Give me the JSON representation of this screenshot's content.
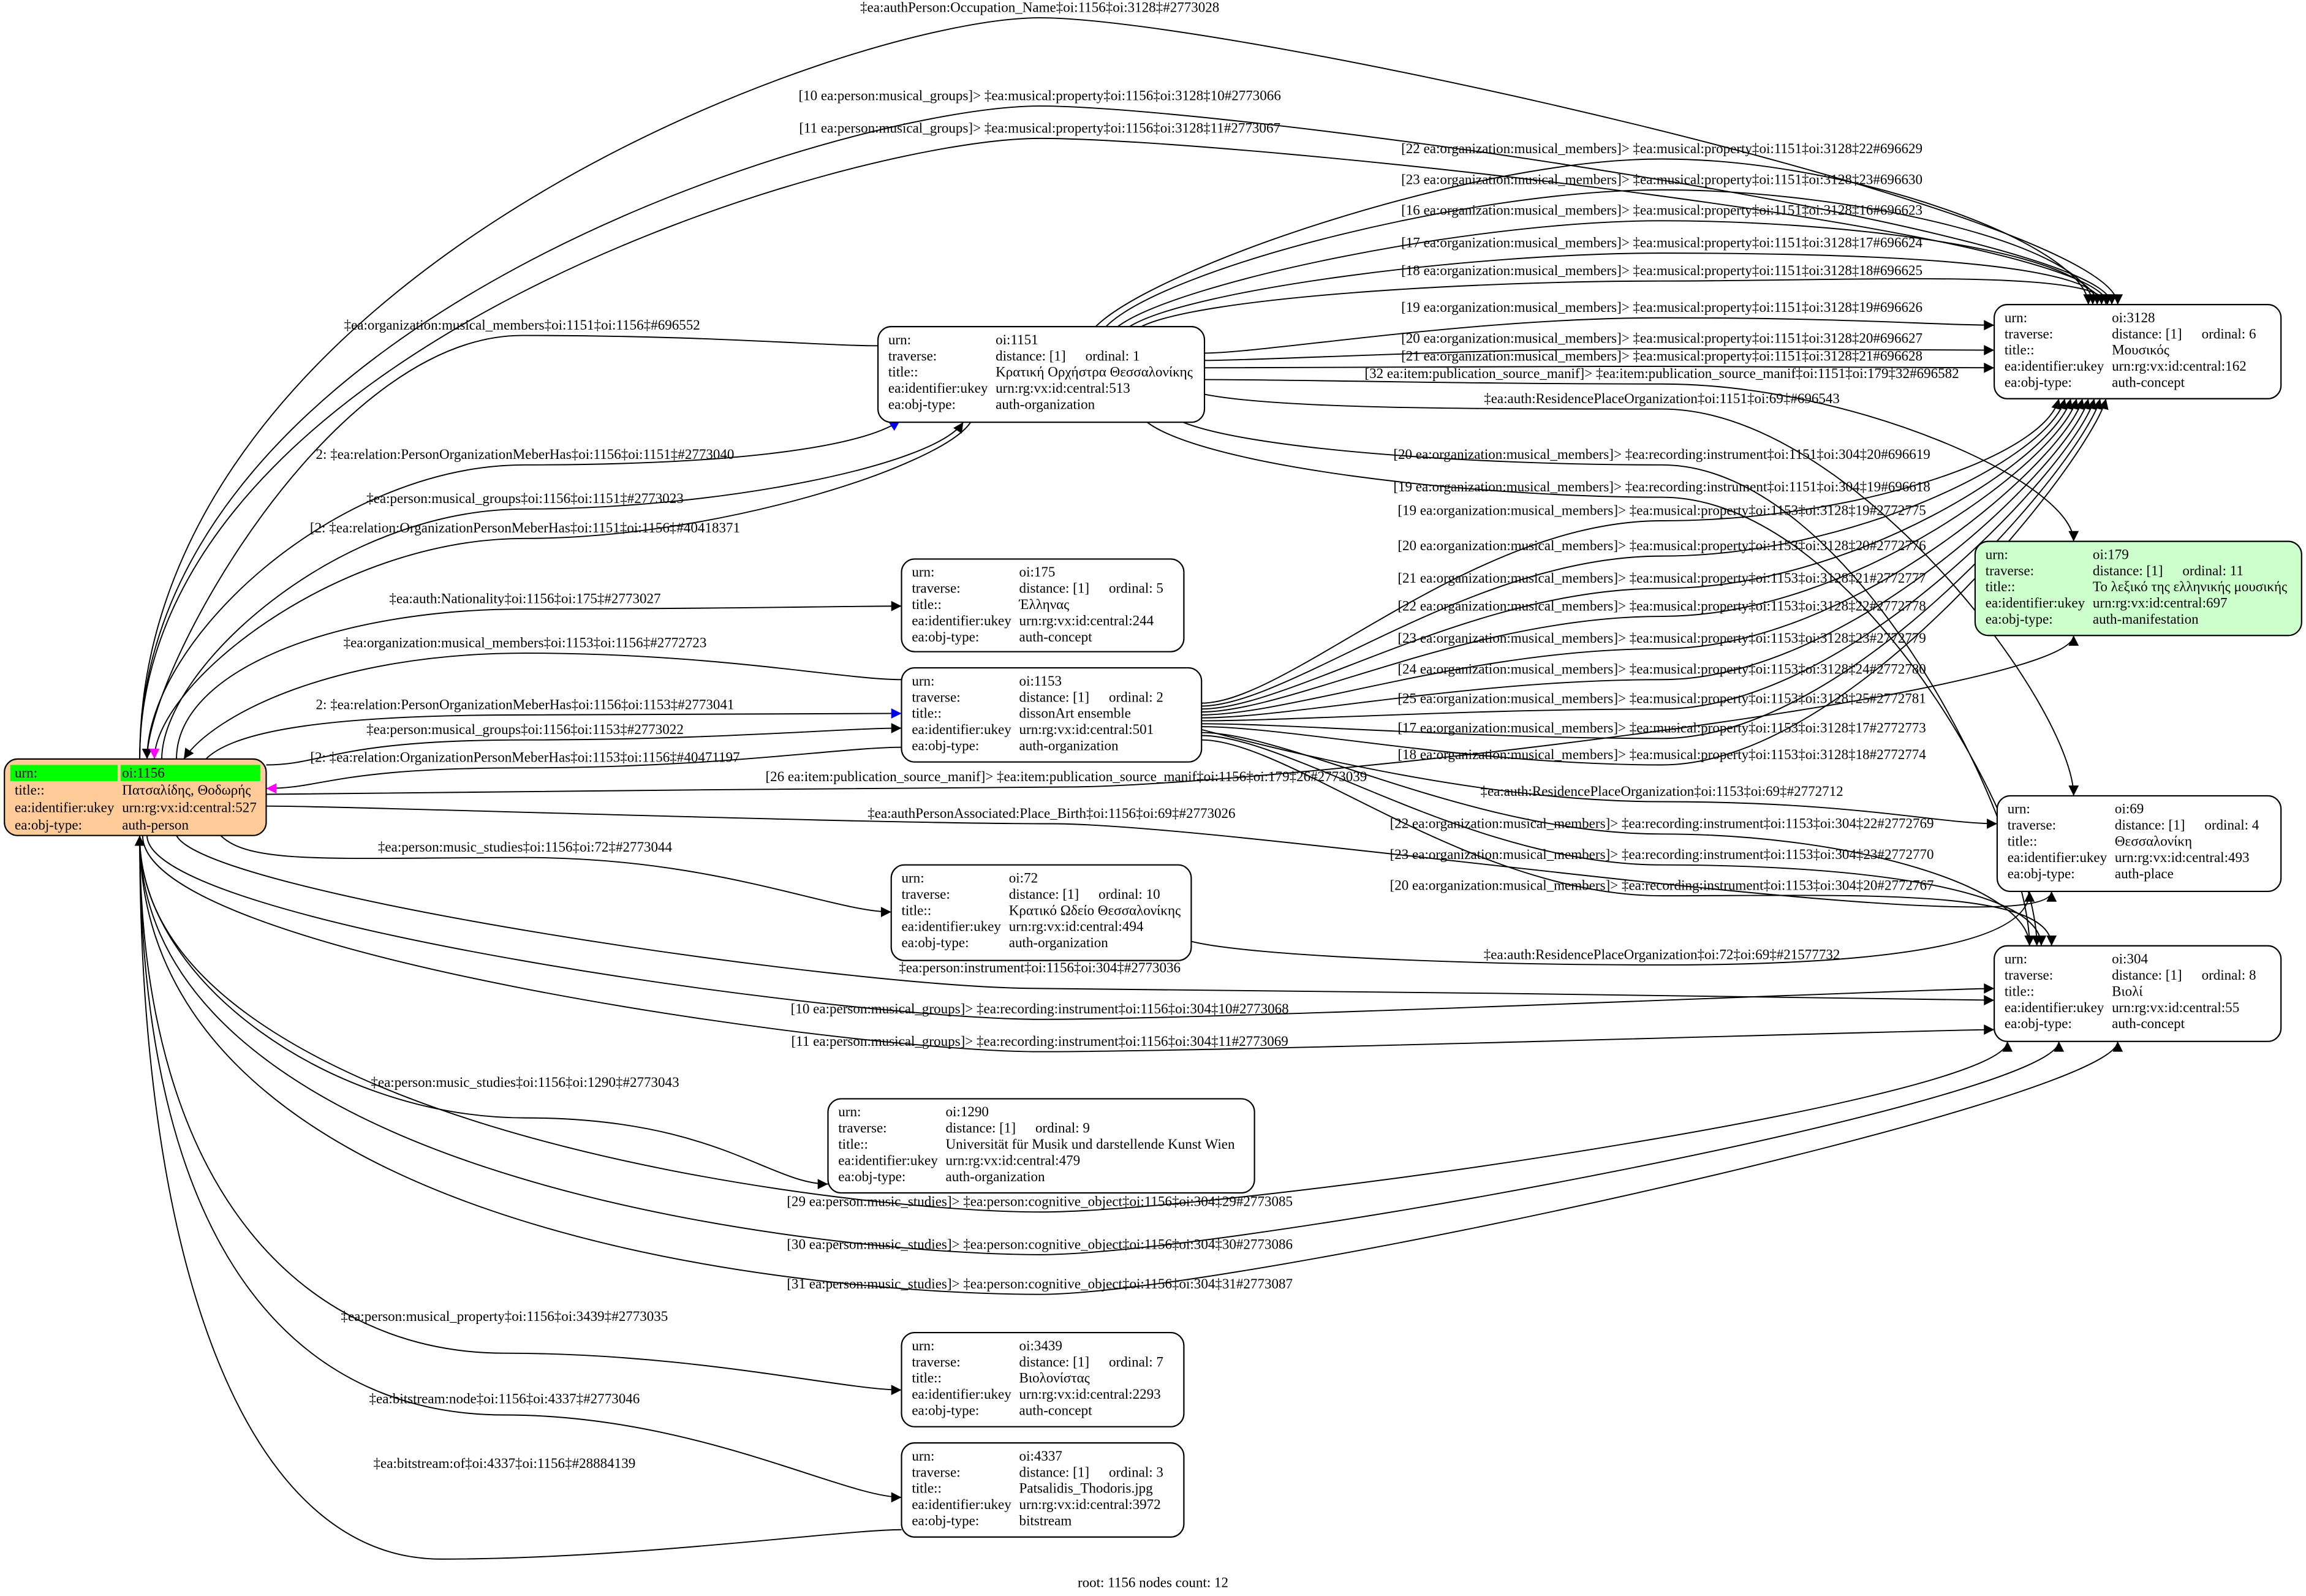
{
  "colors": {
    "root_fill": "#ffcc99",
    "root_header": "#00ff00",
    "manifestation_fill": "#ccffcc",
    "node_fill": "#ffffff",
    "relation_blue": "#0000ff",
    "relation_magenta": "#ff00ff"
  },
  "row_labels": {
    "urn": "urn:",
    "traverse": "traverse:",
    "title": "title::",
    "ukey": "ea:identifier:ukey",
    "type": "ea:obj-type:"
  },
  "nodes": [
    {
      "id": "1156",
      "urn": "oi:1156",
      "title": "Πατσαλίδης, Θοδωρής",
      "ukey": "urn:rg:vx:id:central:527",
      "type": "auth-person",
      "root": true
    },
    {
      "id": "1151",
      "urn": "oi:1151",
      "distance": "distance: [1]",
      "ordinal": "ordinal: 1",
      "title": "Κρατική Ορχήστρα Θεσσαλονίκης",
      "ukey": "urn:rg:vx:id:central:513",
      "type": "auth-organization"
    },
    {
      "id": "175",
      "urn": "oi:175",
      "distance": "distance: [1]",
      "ordinal": "ordinal: 5",
      "title": "Έλληνας",
      "ukey": "urn:rg:vx:id:central:244",
      "type": "auth-concept"
    },
    {
      "id": "1153",
      "urn": "oi:1153",
      "distance": "distance: [1]",
      "ordinal": "ordinal: 2",
      "title": "dissonArt ensemble",
      "ukey": "urn:rg:vx:id:central:501",
      "type": "auth-organization"
    },
    {
      "id": "72",
      "urn": "oi:72",
      "distance": "distance: [1]",
      "ordinal": "ordinal: 10",
      "title": "Κρατικό Ωδείο Θεσσαλονίκης",
      "ukey": "urn:rg:vx:id:central:494",
      "type": "auth-organization"
    },
    {
      "id": "1290",
      "urn": "oi:1290",
      "distance": "distance: [1]",
      "ordinal": "ordinal: 9",
      "title": "Universität für Musik und darstellende Kunst Wien",
      "ukey": "urn:rg:vx:id:central:479",
      "type": "auth-organization"
    },
    {
      "id": "3439",
      "urn": "oi:3439",
      "distance": "distance: [1]",
      "ordinal": "ordinal: 7",
      "title": "Βιολονίστας",
      "ukey": "urn:rg:vx:id:central:2293",
      "type": "auth-concept"
    },
    {
      "id": "4337",
      "urn": "oi:4337",
      "distance": "distance: [1]",
      "ordinal": "ordinal: 3",
      "title": "Patsalidis_Thodoris.jpg",
      "ukey": "urn:rg:vx:id:central:3972",
      "type": "bitstream"
    },
    {
      "id": "3128",
      "urn": "oi:3128",
      "distance": "distance: [1]",
      "ordinal": "ordinal: 6",
      "title": "Μουσικός",
      "ukey": "urn:rg:vx:id:central:162",
      "type": "auth-concept"
    },
    {
      "id": "179",
      "urn": "oi:179",
      "distance": "distance: [1]",
      "ordinal": "ordinal: 11",
      "title": "Το λεξικό της ελληνικής μουσικής",
      "ukey": "urn:rg:vx:id:central:697",
      "type": "auth-manifestation",
      "manifestation": true
    },
    {
      "id": "69",
      "urn": "oi:69",
      "distance": "distance: [1]",
      "ordinal": "ordinal: 4",
      "title": "Θεσσαλονίκη",
      "ukey": "urn:rg:vx:id:central:493",
      "type": "auth-place"
    },
    {
      "id": "304",
      "urn": "oi:304",
      "distance": "distance: [1]",
      "ordinal": "ordinal: 8",
      "title": "Βιολί",
      "ukey": "urn:rg:vx:id:central:55",
      "type": "auth-concept"
    }
  ],
  "edges": [
    {
      "from": "1156",
      "to": "3128",
      "label": "‡ea:authPerson:Occupation_Name‡oi:1156‡oi:3128‡#2773028"
    },
    {
      "from": "1156",
      "to": "3128",
      "label": "[10 ea:person:musical_groups]> ‡ea:musical:property‡oi:1156‡oi:3128‡10#2773066"
    },
    {
      "from": "1156",
      "to": "3128",
      "label": "[11 ea:person:musical_groups]> ‡ea:musical:property‡oi:1156‡oi:3128‡11#2773067"
    },
    {
      "from": "1151",
      "to": "3128",
      "label": "[22 ea:organization:musical_members]> ‡ea:musical:property‡oi:1151‡oi:3128‡22#696629"
    },
    {
      "from": "1151",
      "to": "3128",
      "label": "[23 ea:organization:musical_members]> ‡ea:musical:property‡oi:1151‡oi:3128‡23#696630"
    },
    {
      "from": "1151",
      "to": "3128",
      "label": "[16 ea:organization:musical_members]> ‡ea:musical:property‡oi:1151‡oi:3128‡16#696623"
    },
    {
      "from": "1151",
      "to": "3128",
      "label": "[17 ea:organization:musical_members]> ‡ea:musical:property‡oi:1151‡oi:3128‡17#696624"
    },
    {
      "from": "1151",
      "to": "3128",
      "label": "[18 ea:organization:musical_members]> ‡ea:musical:property‡oi:1151‡oi:3128‡18#696625"
    },
    {
      "from": "1151",
      "to": "3128",
      "label": "[19 ea:organization:musical_members]> ‡ea:musical:property‡oi:1151‡oi:3128‡19#696626"
    },
    {
      "from": "1151",
      "to": "3128",
      "label": "[20 ea:organization:musical_members]> ‡ea:musical:property‡oi:1151‡oi:3128‡20#696627"
    },
    {
      "from": "1151",
      "to": "3128",
      "label": "[21 ea:organization:musical_members]> ‡ea:musical:property‡oi:1151‡oi:3128‡21#696628"
    },
    {
      "from": "1151",
      "to": "179",
      "label": "[32 ea:item:publication_source_manif]> ‡ea:item:publication_source_manif‡oi:1151‡oi:179‡32#696582"
    },
    {
      "from": "1151",
      "to": "69",
      "label": "‡ea:auth:ResidencePlaceOrganization‡oi:1151‡oi:69‡#696543"
    },
    {
      "from": "1151",
      "to": "304",
      "label": "[20 ea:organization:musical_members]> ‡ea:recording:instrument‡oi:1151‡oi:304‡20#696619"
    },
    {
      "from": "1151",
      "to": "304",
      "label": "[19 ea:organization:musical_members]> ‡ea:recording:instrument‡oi:1151‡oi:304‡19#696618"
    },
    {
      "from": "1151",
      "to": "1156",
      "label": "‡ea:organization:musical_members‡oi:1151‡oi:1156‡#696552"
    },
    {
      "from": "1156",
      "to": "1151",
      "label": "2: ‡ea:relation:PersonOrganizationMeberHas‡oi:1156‡oi:1151‡#2773040",
      "color": "blue"
    },
    {
      "from": "1156",
      "to": "1151",
      "label": "‡ea:person:musical_groups‡oi:1156‡oi:1151‡#2773023"
    },
    {
      "from": "1151",
      "to": "1156",
      "label": "[2: ‡ea:relation:OrganizationPersonMeberHas‡oi:1151‡oi:1156‡#40418371",
      "color": "magenta"
    },
    {
      "from": "1156",
      "to": "175",
      "label": "‡ea:auth:Nationality‡oi:1156‡oi:175‡#2773027"
    },
    {
      "from": "1153",
      "to": "1156",
      "label": "‡ea:organization:musical_members‡oi:1153‡oi:1156‡#2772723"
    },
    {
      "from": "1156",
      "to": "1153",
      "label": "2: ‡ea:relation:PersonOrganizationMeberHas‡oi:1156‡oi:1153‡#2773041",
      "color": "blue"
    },
    {
      "from": "1156",
      "to": "1153",
      "label": "‡ea:person:musical_groups‡oi:1156‡oi:1153‡#2773022"
    },
    {
      "from": "1153",
      "to": "1156",
      "label": "[2: ‡ea:relation:OrganizationPersonMeberHas‡oi:1153‡oi:1156‡#40471197",
      "color": "magenta"
    },
    {
      "from": "1153",
      "to": "3128",
      "label": "[19 ea:organization:musical_members]> ‡ea:musical:property‡oi:1153‡oi:3128‡19#2772775"
    },
    {
      "from": "1153",
      "to": "3128",
      "label": "[20 ea:organization:musical_members]> ‡ea:musical:property‡oi:1153‡oi:3128‡20#2772776"
    },
    {
      "from": "1153",
      "to": "3128",
      "label": "[21 ea:organization:musical_members]> ‡ea:musical:property‡oi:1153‡oi:3128‡21#2772777"
    },
    {
      "from": "1153",
      "to": "3128",
      "label": "[22 ea:organization:musical_members]> ‡ea:musical:property‡oi:1153‡oi:3128‡22#2772778"
    },
    {
      "from": "1153",
      "to": "3128",
      "label": "[23 ea:organization:musical_members]> ‡ea:musical:property‡oi:1153‡oi:3128‡23#2772779"
    },
    {
      "from": "1153",
      "to": "3128",
      "label": "[24 ea:organization:musical_members]> ‡ea:musical:property‡oi:1153‡oi:3128‡24#2772780"
    },
    {
      "from": "1153",
      "to": "3128",
      "label": "[25 ea:organization:musical_members]> ‡ea:musical:property‡oi:1153‡oi:3128‡25#2772781"
    },
    {
      "from": "1153",
      "to": "3128",
      "label": "[17 ea:organization:musical_members]> ‡ea:musical:property‡oi:1153‡oi:3128‡17#2772773"
    },
    {
      "from": "1153",
      "to": "3128",
      "label": "[18 ea:organization:musical_members]> ‡ea:musical:property‡oi:1153‡oi:3128‡18#2772774"
    },
    {
      "from": "1156",
      "to": "179",
      "label": "[26 ea:item:publication_source_manif]> ‡ea:item:publication_source_manif‡oi:1156‡oi:179‡26#2773039"
    },
    {
      "from": "1153",
      "to": "69",
      "label": "‡ea:auth:ResidencePlaceOrganization‡oi:1153‡oi:69‡#2772712"
    },
    {
      "from": "1156",
      "to": "69",
      "label": "‡ea:authPersonAssociated:Place_Birth‡oi:1156‡oi:69‡#2773026"
    },
    {
      "from": "1153",
      "to": "304",
      "label": "[22 ea:organization:musical_members]> ‡ea:recording:instrument‡oi:1153‡oi:304‡22#2772769"
    },
    {
      "from": "1153",
      "to": "304",
      "label": "[23 ea:organization:musical_members]> ‡ea:recording:instrument‡oi:1153‡oi:304‡23#2772770"
    },
    {
      "from": "1153",
      "to": "304",
      "label": "[20 ea:organization:musical_members]> ‡ea:recording:instrument‡oi:1153‡oi:304‡20#2772767"
    },
    {
      "from": "1156",
      "to": "72",
      "label": "‡ea:person:music_studies‡oi:1156‡oi:72‡#2773044"
    },
    {
      "from": "72",
      "to": "69",
      "label": "‡ea:auth:ResidencePlaceOrganization‡oi:72‡oi:69‡#21577732"
    },
    {
      "from": "1156",
      "to": "304",
      "label": "‡ea:person:instrument‡oi:1156‡oi:304‡#2773036"
    },
    {
      "from": "1156",
      "to": "304",
      "label": "[10 ea:person:musical_groups]> ‡ea:recording:instrument‡oi:1156‡oi:304‡10#2773068"
    },
    {
      "from": "1156",
      "to": "304",
      "label": "[11 ea:person:musical_groups]> ‡ea:recording:instrument‡oi:1156‡oi:304‡11#2773069"
    },
    {
      "from": "1156",
      "to": "1290",
      "label": "‡ea:person:music_studies‡oi:1156‡oi:1290‡#2773043"
    },
    {
      "from": "1156",
      "to": "304",
      "label": "[29 ea:person:music_studies]> ‡ea:person:cognitive_object‡oi:1156‡oi:304‡29#2773085"
    },
    {
      "from": "1156",
      "to": "304",
      "label": "[30 ea:person:music_studies]> ‡ea:person:cognitive_object‡oi:1156‡oi:304‡30#2773086"
    },
    {
      "from": "1156",
      "to": "304",
      "label": "[31 ea:person:music_studies]> ‡ea:person:cognitive_object‡oi:1156‡oi:304‡31#2773087"
    },
    {
      "from": "1156",
      "to": "3439",
      "label": "‡ea:person:musical_property‡oi:1156‡oi:3439‡#2773035"
    },
    {
      "from": "1156",
      "to": "4337",
      "label": "‡ea:bitstream:node‡oi:1156‡oi:4337‡#2773046"
    },
    {
      "from": "4337",
      "to": "1156",
      "label": "‡ea:bitstream:of‡oi:4337‡oi:1156‡#28884139"
    }
  ],
  "footer": "root: 1156 nodes count: 12"
}
